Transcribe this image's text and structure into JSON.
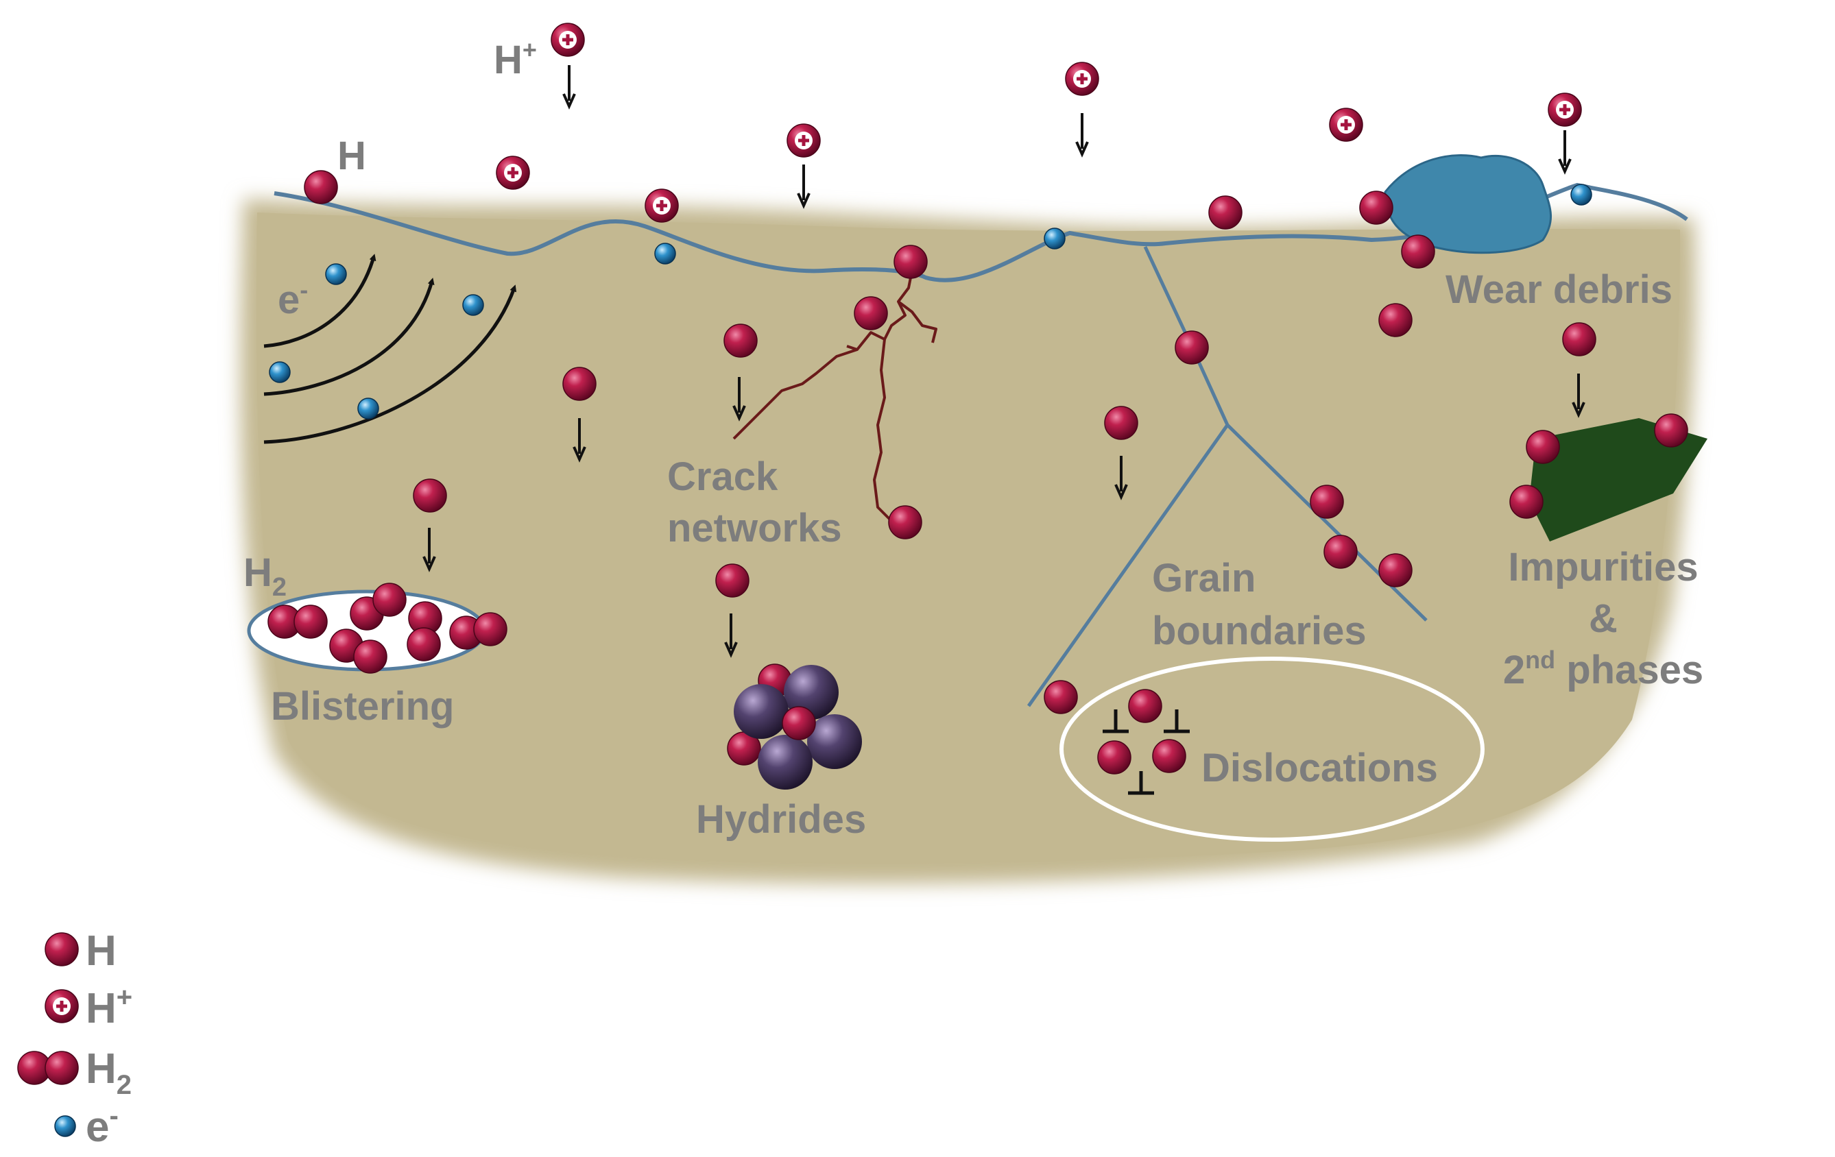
{
  "labels": {
    "surface_h": "H",
    "surface_h_plus": "H",
    "surface_h_plus_sup": "+",
    "electron": "e",
    "electron_sup": "-",
    "h2": "H",
    "h2_sub": "2",
    "blistering": "Blistering",
    "crack_line1": "Crack",
    "crack_line2": "networks",
    "hydrides": "Hydrides",
    "grain_line1": "Grain",
    "grain_line2": "boundaries",
    "dislocations": "Dislocations",
    "wear_debris": "Wear debris",
    "impurities_line1": "Impurities",
    "impurities_line2": "&",
    "impurities_line3_pre": "2",
    "impurities_line3_sup": "nd",
    "impurities_line3_post": " phases"
  },
  "legend": [
    {
      "symbol": "H-atom",
      "label": "H",
      "sup": "",
      "sub": ""
    },
    {
      "symbol": "H-ion",
      "label": "H",
      "sup": "+",
      "sub": ""
    },
    {
      "symbol": "H2-molecule",
      "label": "H",
      "sup": "",
      "sub": "2"
    },
    {
      "symbol": "electron",
      "label": "e",
      "sup": "-",
      "sub": ""
    }
  ],
  "colors": {
    "metal": "#c3b891",
    "surface_line": "#557d9e",
    "hydrogen": "#a5143f",
    "electron": "#1f7fb8",
    "wear_debris": "#3f87ab",
    "impurity": "#1f4a1b",
    "crack": "#6a1a1a",
    "hydride": "#3a2d4f",
    "label": "#7d7d7d"
  }
}
